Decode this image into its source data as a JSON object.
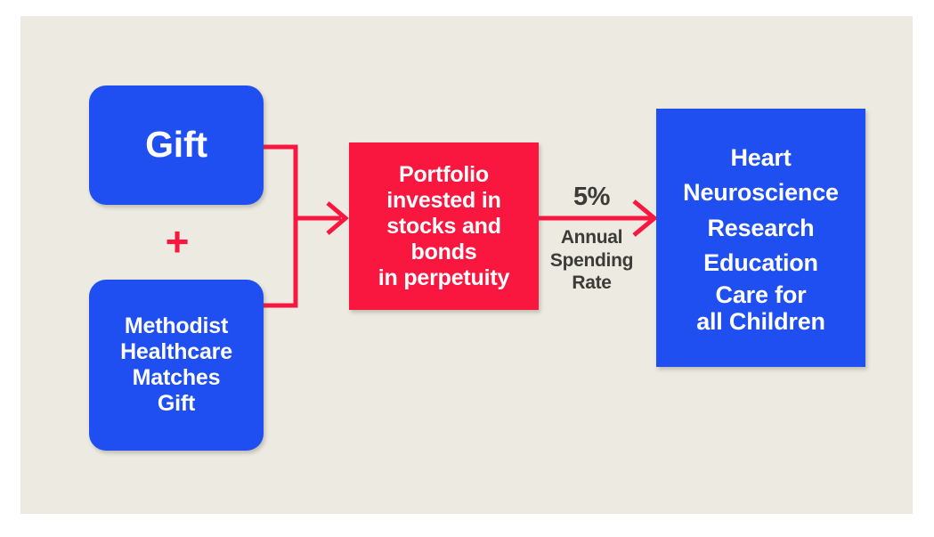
{
  "diagram": {
    "title": "Endowment gift flow diagram",
    "background_color": "#eceae1",
    "colors": {
      "blue": "#1f4ff0",
      "red": "#f9173f",
      "text_dark": "#3b3b38",
      "text_light": "#ffffff",
      "canvas": "#ffffff"
    },
    "nodes": {
      "gift": {
        "label": "Gift",
        "shape": "rounded-rectangle",
        "fill": "#1f4ff0"
      },
      "plus": {
        "symbol": "+",
        "color": "#f9173f"
      },
      "match": {
        "lines": [
          "Methodist",
          "Healthcare",
          "Matches",
          "Gift"
        ],
        "shape": "rounded-rectangle",
        "fill": "#1f4ff0"
      },
      "portfolio": {
        "lines": [
          "Portfolio",
          "invested in",
          "stocks and bonds",
          "in perpetuity"
        ],
        "shape": "rectangle",
        "fill": "#f9173f"
      },
      "outcomes": {
        "lines": [
          "Heart",
          "Neuroscience",
          "Research",
          "Education",
          "Care for",
          "all Children"
        ],
        "shape": "rectangle",
        "fill": "#1f4ff0"
      }
    },
    "edges": {
      "merge": {
        "from": [
          "gift",
          "match"
        ],
        "to": "portfolio",
        "style": "bracket-arrow",
        "color": "#f9173f"
      },
      "spending": {
        "from": "portfolio",
        "to": "outcomes",
        "style": "arrow",
        "color": "#f9173f",
        "value": "5%",
        "caption_lines": [
          "Annual",
          "Spending",
          "Rate"
        ]
      }
    }
  }
}
